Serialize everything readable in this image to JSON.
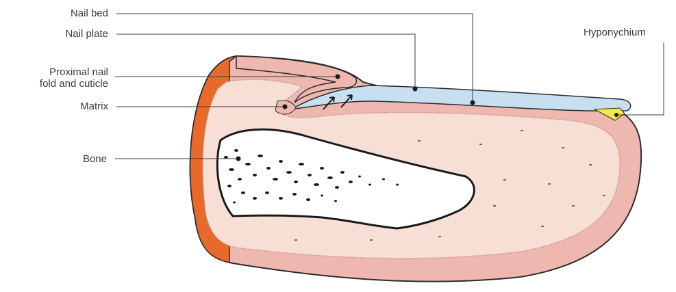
{
  "labels": {
    "nail_bed": "Nail bed",
    "nail_plate": "Nail plate",
    "proximal_nail_fold_line1": "Proximal nail",
    "proximal_nail_fold_line2": "fold and cuticle",
    "matrix": "Matrix",
    "bone": "Bone",
    "hyponychium": "Hyponychium"
  },
  "colors": {
    "skin_pink": "#eeb7b0",
    "tissue_fill": "#f7dfd6",
    "proximal_orange": "#e56a2c",
    "nail_plate_blue": "#c7dff0",
    "bone_white": "#ffffff",
    "hyponychium_yellow": "#f1e94a",
    "outline": "#2b2b2b"
  }
}
